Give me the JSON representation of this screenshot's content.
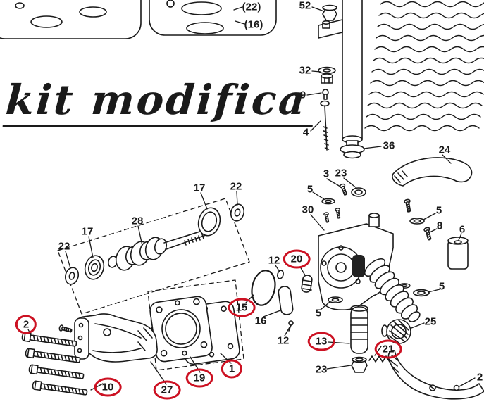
{
  "colors": {
    "ink": "#1a1a1a",
    "highlight": "#cc1122",
    "background": "#ffffff"
  },
  "title": {
    "text": "kit modifica"
  },
  "callouts": [
    {
      "text": "(22)",
      "circled": false
    },
    {
      "text": "(16)",
      "circled": false
    },
    {
      "text": "52",
      "circled": false
    },
    {
      "text": "32",
      "circled": false
    },
    {
      "text": "9",
      "circled": false
    },
    {
      "text": "4",
      "circled": false
    },
    {
      "text": "36",
      "circled": false
    },
    {
      "text": "24",
      "circled": false
    },
    {
      "text": "3",
      "circled": false
    },
    {
      "text": "23",
      "circled": false
    },
    {
      "text": "5",
      "circled": false
    },
    {
      "text": "30",
      "circled": false
    },
    {
      "text": "5",
      "circled": false
    },
    {
      "text": "8",
      "circled": false
    },
    {
      "text": "6",
      "circled": false
    },
    {
      "text": "5",
      "circled": false
    },
    {
      "text": "17",
      "circled": false
    },
    {
      "text": "22",
      "circled": false
    },
    {
      "text": "28",
      "circled": false
    },
    {
      "text": "17",
      "circled": false
    },
    {
      "text": "22",
      "circled": false
    },
    {
      "text": "12",
      "circled": false
    },
    {
      "text": "20",
      "circled": true
    },
    {
      "text": "15",
      "circled": true
    },
    {
      "text": "16",
      "circled": false
    },
    {
      "text": "12",
      "circled": false
    },
    {
      "text": "5",
      "circled": false
    },
    {
      "text": "2",
      "circled": true
    },
    {
      "text": "10",
      "circled": true
    },
    {
      "text": "27",
      "circled": true
    },
    {
      "text": "19",
      "circled": true
    },
    {
      "text": "1",
      "circled": true
    },
    {
      "text": "13",
      "circled": true
    },
    {
      "text": "21",
      "circled": true
    },
    {
      "text": "25",
      "circled": false
    },
    {
      "text": "23",
      "circled": false
    },
    {
      "text": "2",
      "circled": false
    }
  ]
}
